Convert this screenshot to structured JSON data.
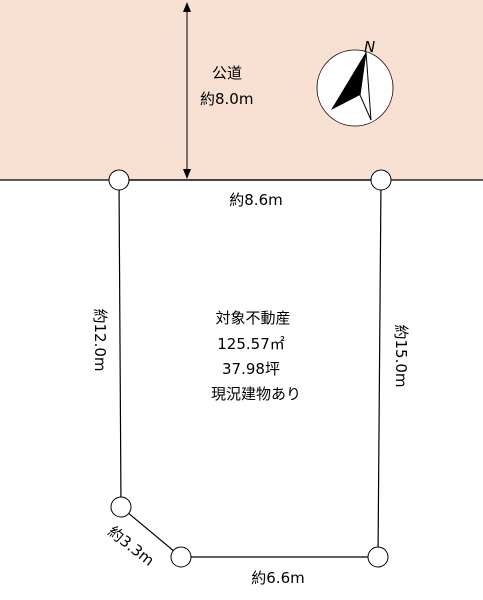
{
  "road": {
    "name": "公道",
    "width": "約8.0m",
    "fill_color": "#f8e1d3"
  },
  "compass": {
    "label": "N",
    "icon": "north-arrow-icon"
  },
  "property": {
    "title": "対象不動産",
    "area_sqm": "125.57㎡",
    "area_tsubo": "37.98坪",
    "status": "現況建物あり"
  },
  "boundaries": {
    "top": "約8.6m",
    "left": "約12.0m",
    "right": "約15.0m",
    "bottom": "約6.6m",
    "corner": "約3.3m"
  }
}
